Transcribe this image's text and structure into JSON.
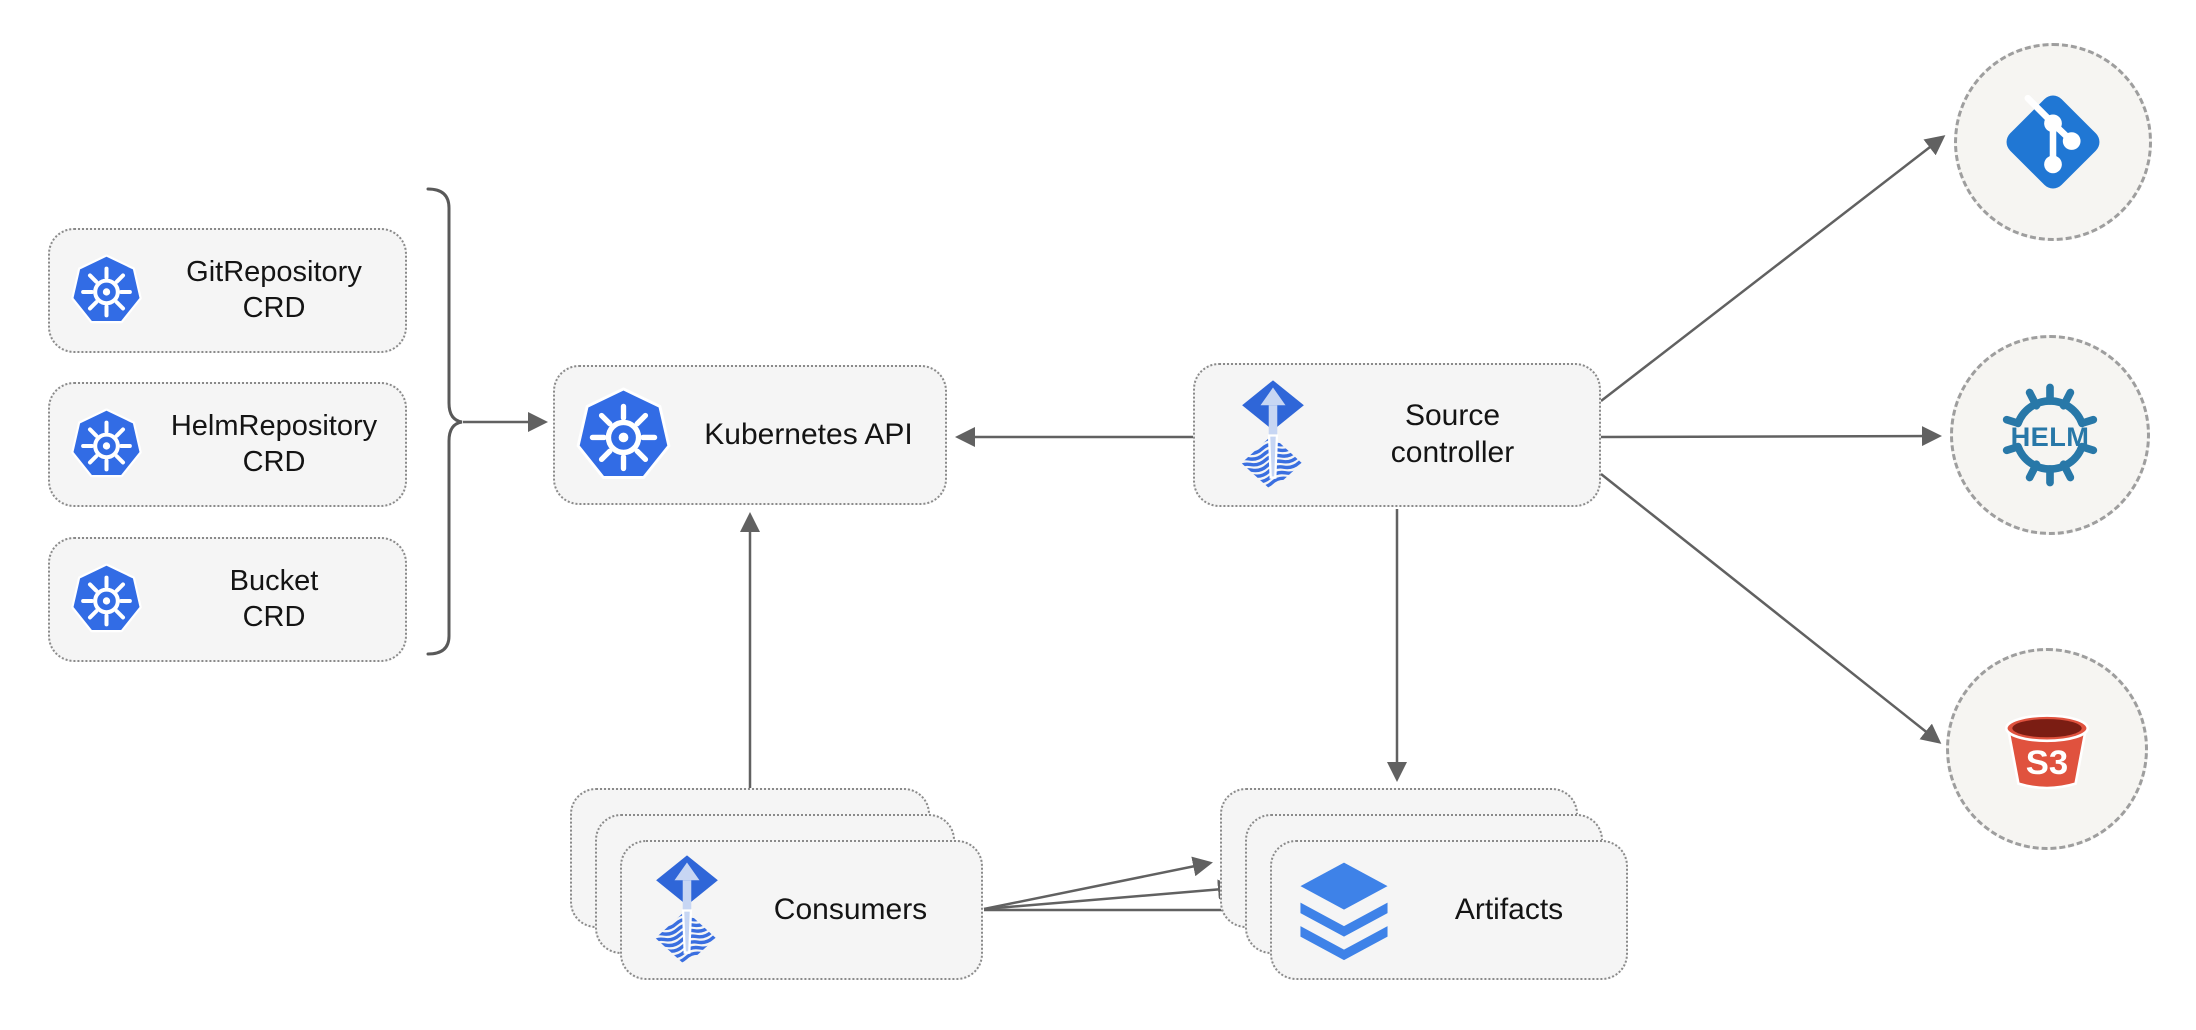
{
  "nodes": {
    "crd_boxes": [
      {
        "id": "gitrepository-crd",
        "line1": "GitRepository",
        "line2": "CRD"
      },
      {
        "id": "helmrepository-crd",
        "line1": "HelmRepository",
        "line2": "CRD"
      },
      {
        "id": "bucket-crd",
        "line1": "Bucket",
        "line2": "CRD"
      }
    ],
    "kubernetes_api": {
      "label": "Kubernetes API"
    },
    "source_controller": {
      "line1": "Source",
      "line2": "controller"
    },
    "consumers": {
      "label": "Consumers"
    },
    "artifacts": {
      "label": "Artifacts"
    },
    "external_sources": [
      {
        "id": "git",
        "icon": "git-icon"
      },
      {
        "id": "helm",
        "icon": "helm-icon",
        "label": "HELM"
      },
      {
        "id": "s3",
        "icon": "s3-bucket-icon",
        "label": "S3"
      }
    ]
  },
  "colors": {
    "kubernetes_blue": "#326CE5",
    "flux_blue": "#2F66D8",
    "flux_stripe_blue": "#3A6FE0",
    "flux_arrow_light": "#C7D6F3",
    "git_blue": "#2077D4",
    "helm_teal": "#2878A8",
    "s3_red": "#E0523E",
    "s3_dark_red": "#7B1D13",
    "layers_blue": "#3E82E8",
    "connector_gray": "#616161",
    "node_fill": "#F5F5F5",
    "node_border": "#8A8A8A"
  }
}
